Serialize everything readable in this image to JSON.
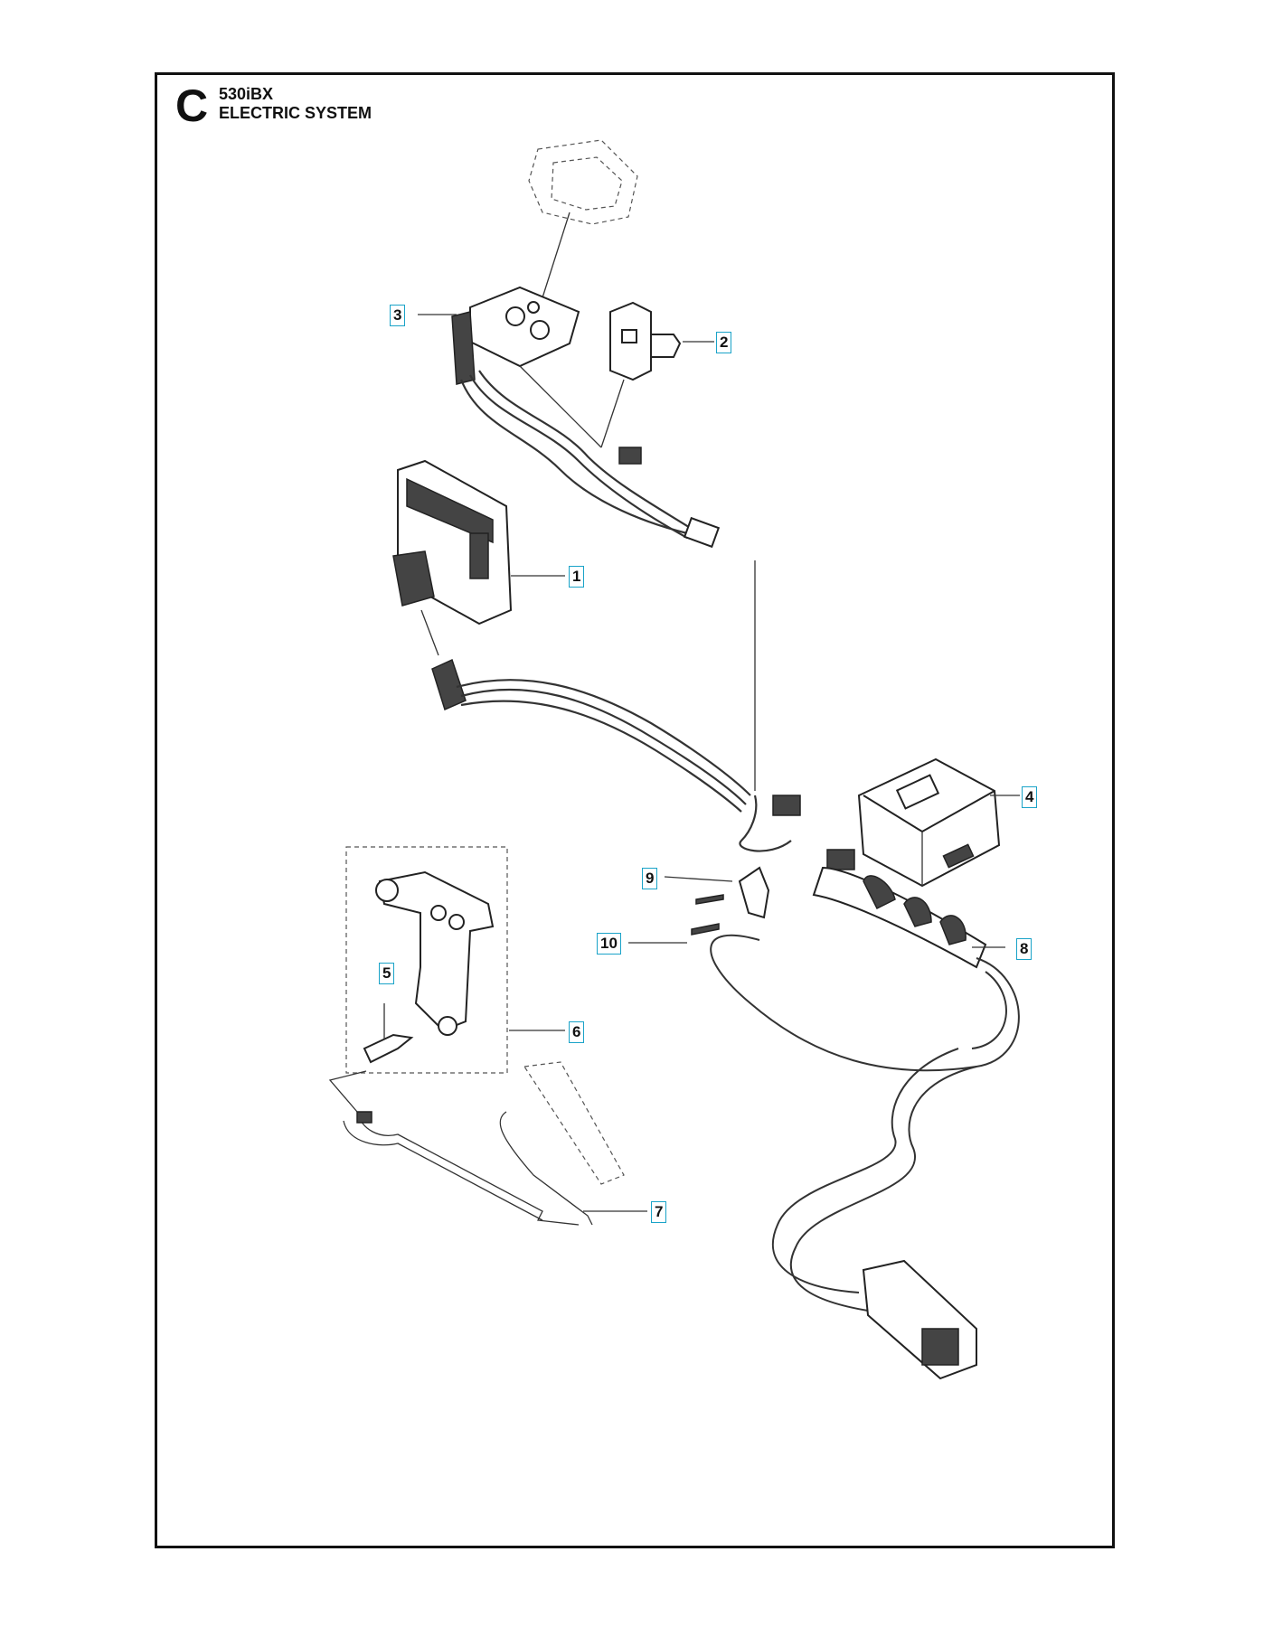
{
  "section": {
    "letter": "C",
    "model": "530iBX",
    "title": "ELECTRIC SYSTEM"
  },
  "callouts": [
    {
      "id": "c1",
      "label": "1"
    },
    {
      "id": "c2",
      "label": "2"
    },
    {
      "id": "c3",
      "label": "3"
    },
    {
      "id": "c4",
      "label": "4"
    },
    {
      "id": "c5",
      "label": "5"
    },
    {
      "id": "c6",
      "label": "6"
    },
    {
      "id": "c7",
      "label": "7"
    },
    {
      "id": "c8",
      "label": "8"
    },
    {
      "id": "c9",
      "label": "9"
    },
    {
      "id": "c10",
      "label": "10"
    }
  ],
  "colors": {
    "callout_border": "#1aa3c8",
    "line": "#333333"
  }
}
